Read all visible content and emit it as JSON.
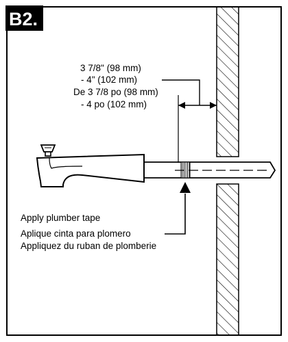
{
  "step": {
    "label": "B2."
  },
  "distance_note": {
    "lines": [
      "3 7/8\" (98 mm)",
      "- 4\" (102 mm)",
      "De 3 7/8 po (98 mm)",
      "- 4 po (102 mm)"
    ]
  },
  "tape_note": {
    "lines": [
      "Apply plumber tape",
      "Aplique cinta para plomero",
      "Appliquez du ruban de plomberie"
    ]
  },
  "icons": {
    "spout": "tub-spout-icon",
    "pipe": "threaded-pipe-icon",
    "wall": "hatched-wall-icon"
  },
  "colors": {
    "ink": "#000000",
    "paper": "#ffffff"
  }
}
